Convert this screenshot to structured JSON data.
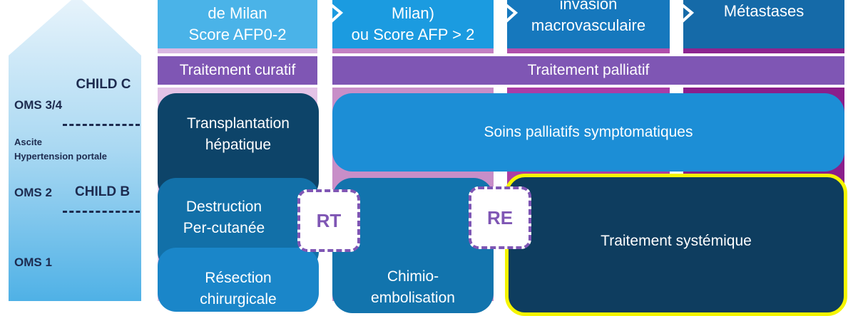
{
  "side_arrow": {
    "child_c": "CHILD C",
    "oms_34": "OMS 3/4",
    "ascite": "Ascite",
    "hypertension": "Hypertension portale",
    "oms_2": "OMS 2",
    "child_b": "CHILD B",
    "oms_1": "OMS 1"
  },
  "columns": [
    {
      "line1": "de Milan",
      "line2": "Score AFP0-2"
    },
    {
      "line1": "Milan)",
      "line2": "ou Score AFP > 2"
    },
    {
      "line1": "invasion",
      "line2": "macrovasculaire"
    },
    {
      "line1": "Métastases",
      "line2": ""
    }
  ],
  "bands": {
    "curatif": "Traitement curatif",
    "palliatif": "Traitement palliatif"
  },
  "boxes": {
    "transplantation": {
      "line1": "Transplantation",
      "line2": "hépatique"
    },
    "soins": "Soins palliatifs symptomatiques",
    "destruction": {
      "line1": "Destruction",
      "line2": "Per-cutanée"
    },
    "resection": {
      "line1": "Résection",
      "line2": "chirurgicale"
    },
    "chimio": {
      "line1": "Chimio-",
      "line2": "embolisation"
    },
    "systemique": "Traitement systémique"
  },
  "badges": {
    "rt": "RT",
    "re": "RE"
  },
  "colors": {
    "arrow_top": "#dbeefa",
    "arrow_bottom": "#5fb8e8",
    "col1": "#4ab3e8",
    "col2": "#1b8fd4",
    "col3": "#1676b8",
    "col4": "#156aa8",
    "band": "#7f56b4",
    "navy": "#0e3d5f",
    "highlight": "#f5f500"
  }
}
